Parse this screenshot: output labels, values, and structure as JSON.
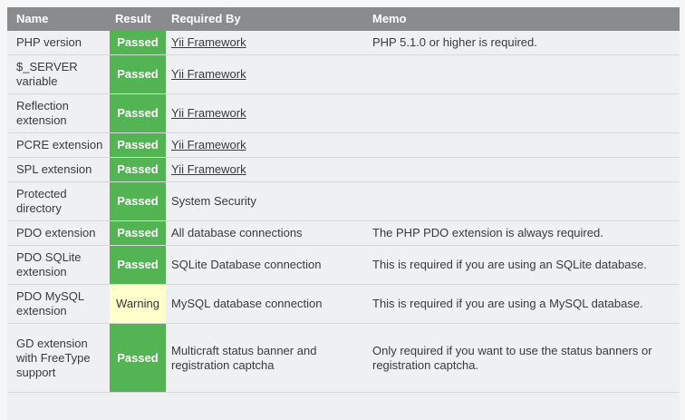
{
  "table": {
    "headers": {
      "name": "Name",
      "result": "Result",
      "required_by": "Required By",
      "memo": "Memo"
    },
    "rows": [
      {
        "name": "PHP version",
        "result": "Passed",
        "required_by": "Yii Framework",
        "required_by_is_link": true,
        "memo": "PHP 5.1.0 or higher is required."
      },
      {
        "name": "$_SERVER variable",
        "result": "Passed",
        "required_by": "Yii Framework",
        "required_by_is_link": true,
        "memo": ""
      },
      {
        "name": "Reflection extension",
        "result": "Passed",
        "required_by": "Yii Framework",
        "required_by_is_link": true,
        "memo": ""
      },
      {
        "name": "PCRE extension",
        "result": "Passed",
        "required_by": "Yii Framework",
        "required_by_is_link": true,
        "memo": ""
      },
      {
        "name": "SPL extension",
        "result": "Passed",
        "required_by": "Yii Framework",
        "required_by_is_link": true,
        "memo": ""
      },
      {
        "name": "Protected directory",
        "result": "Passed",
        "required_by": "System Security",
        "required_by_is_link": false,
        "memo": ""
      },
      {
        "name": "PDO extension",
        "result": "Passed",
        "required_by": "All database connections",
        "required_by_is_link": false,
        "memo": "The PHP PDO extension is always required."
      },
      {
        "name": "PDO SQLite extension",
        "result": "Passed",
        "required_by": "SQLite Database connection",
        "required_by_is_link": false,
        "memo": "This is required if you are using an SQLite database."
      },
      {
        "name": "PDO MySQL extension",
        "result": "Warning",
        "required_by": "MySQL database connection",
        "required_by_is_link": false,
        "memo": "This is required if you are using a MySQL database."
      },
      {
        "name": "GD extension with FreeType support",
        "result": "Passed",
        "required_by": "Multicraft status banner and registration captcha",
        "required_by_is_link": false,
        "memo": "Only required if you want to use the status banners or registration captcha."
      }
    ]
  },
  "colors": {
    "header_bg": "#8a8b8c",
    "row_bg": "#eef0f2",
    "row_border": "#d5d7d9",
    "passed_bg": "#53b453",
    "passed_text": "#ffffff",
    "warning_bg": "#ffffcc",
    "warning_text": "#333333",
    "body_text": "#3a3a3a",
    "page_bg": "#f6f6f7"
  }
}
